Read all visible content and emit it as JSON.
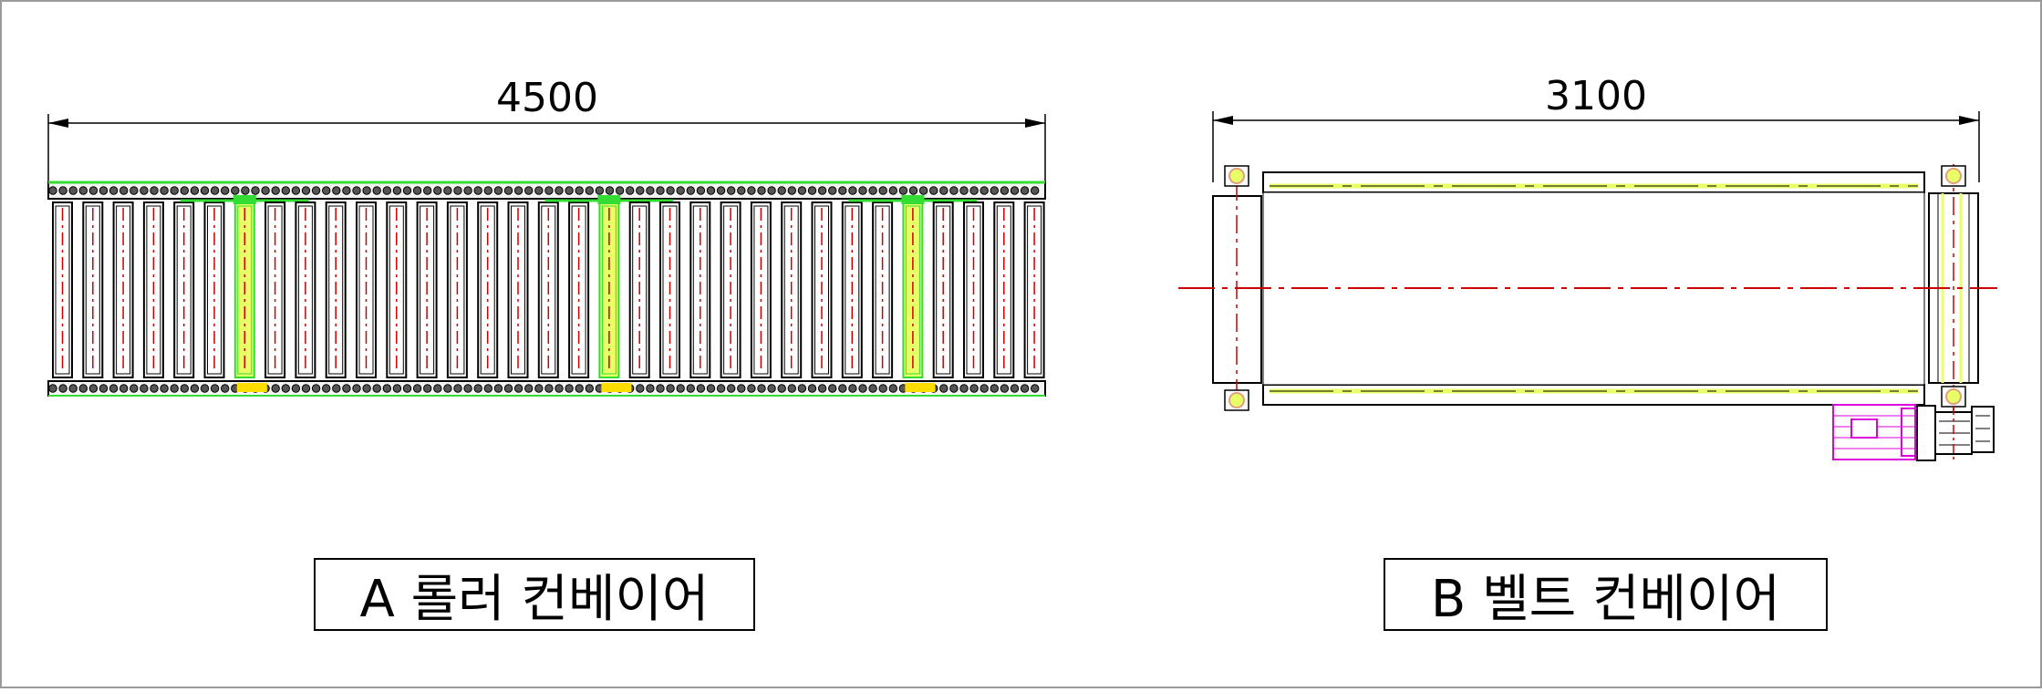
{
  "roller_conveyor": {
    "dimension": "4500",
    "caption": "A 롤러 컨베이어",
    "roller_count": 33,
    "highlighted_rollers": [
      6,
      18,
      28
    ]
  },
  "belt_conveyor": {
    "dimension": "3100",
    "caption": "B 벨트 컨베이어"
  },
  "colors": {
    "line": "#000000",
    "centerline": "#cc0000",
    "highlight": "#33dd33",
    "highlight_fill": "#e8ff66",
    "motor": "#dd00dd",
    "bearing": "#e0a080"
  }
}
